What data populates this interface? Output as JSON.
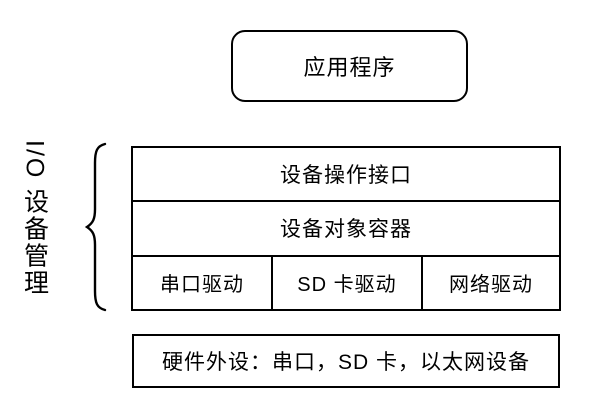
{
  "diagram": {
    "application_label": "应用程序",
    "side_label": "I/O 设备管理",
    "layers": [
      {
        "label": "设备操作接口"
      },
      {
        "label": "设备对象容器"
      }
    ],
    "drivers": [
      {
        "label": "串口驱动"
      },
      {
        "label": "SD 卡驱动"
      },
      {
        "label": "网络驱动"
      }
    ],
    "hardware_label": "硬件外设：串口，SD 卡，以太网设备",
    "colors": {
      "line": "#000000",
      "background": "#ffffff"
    }
  }
}
